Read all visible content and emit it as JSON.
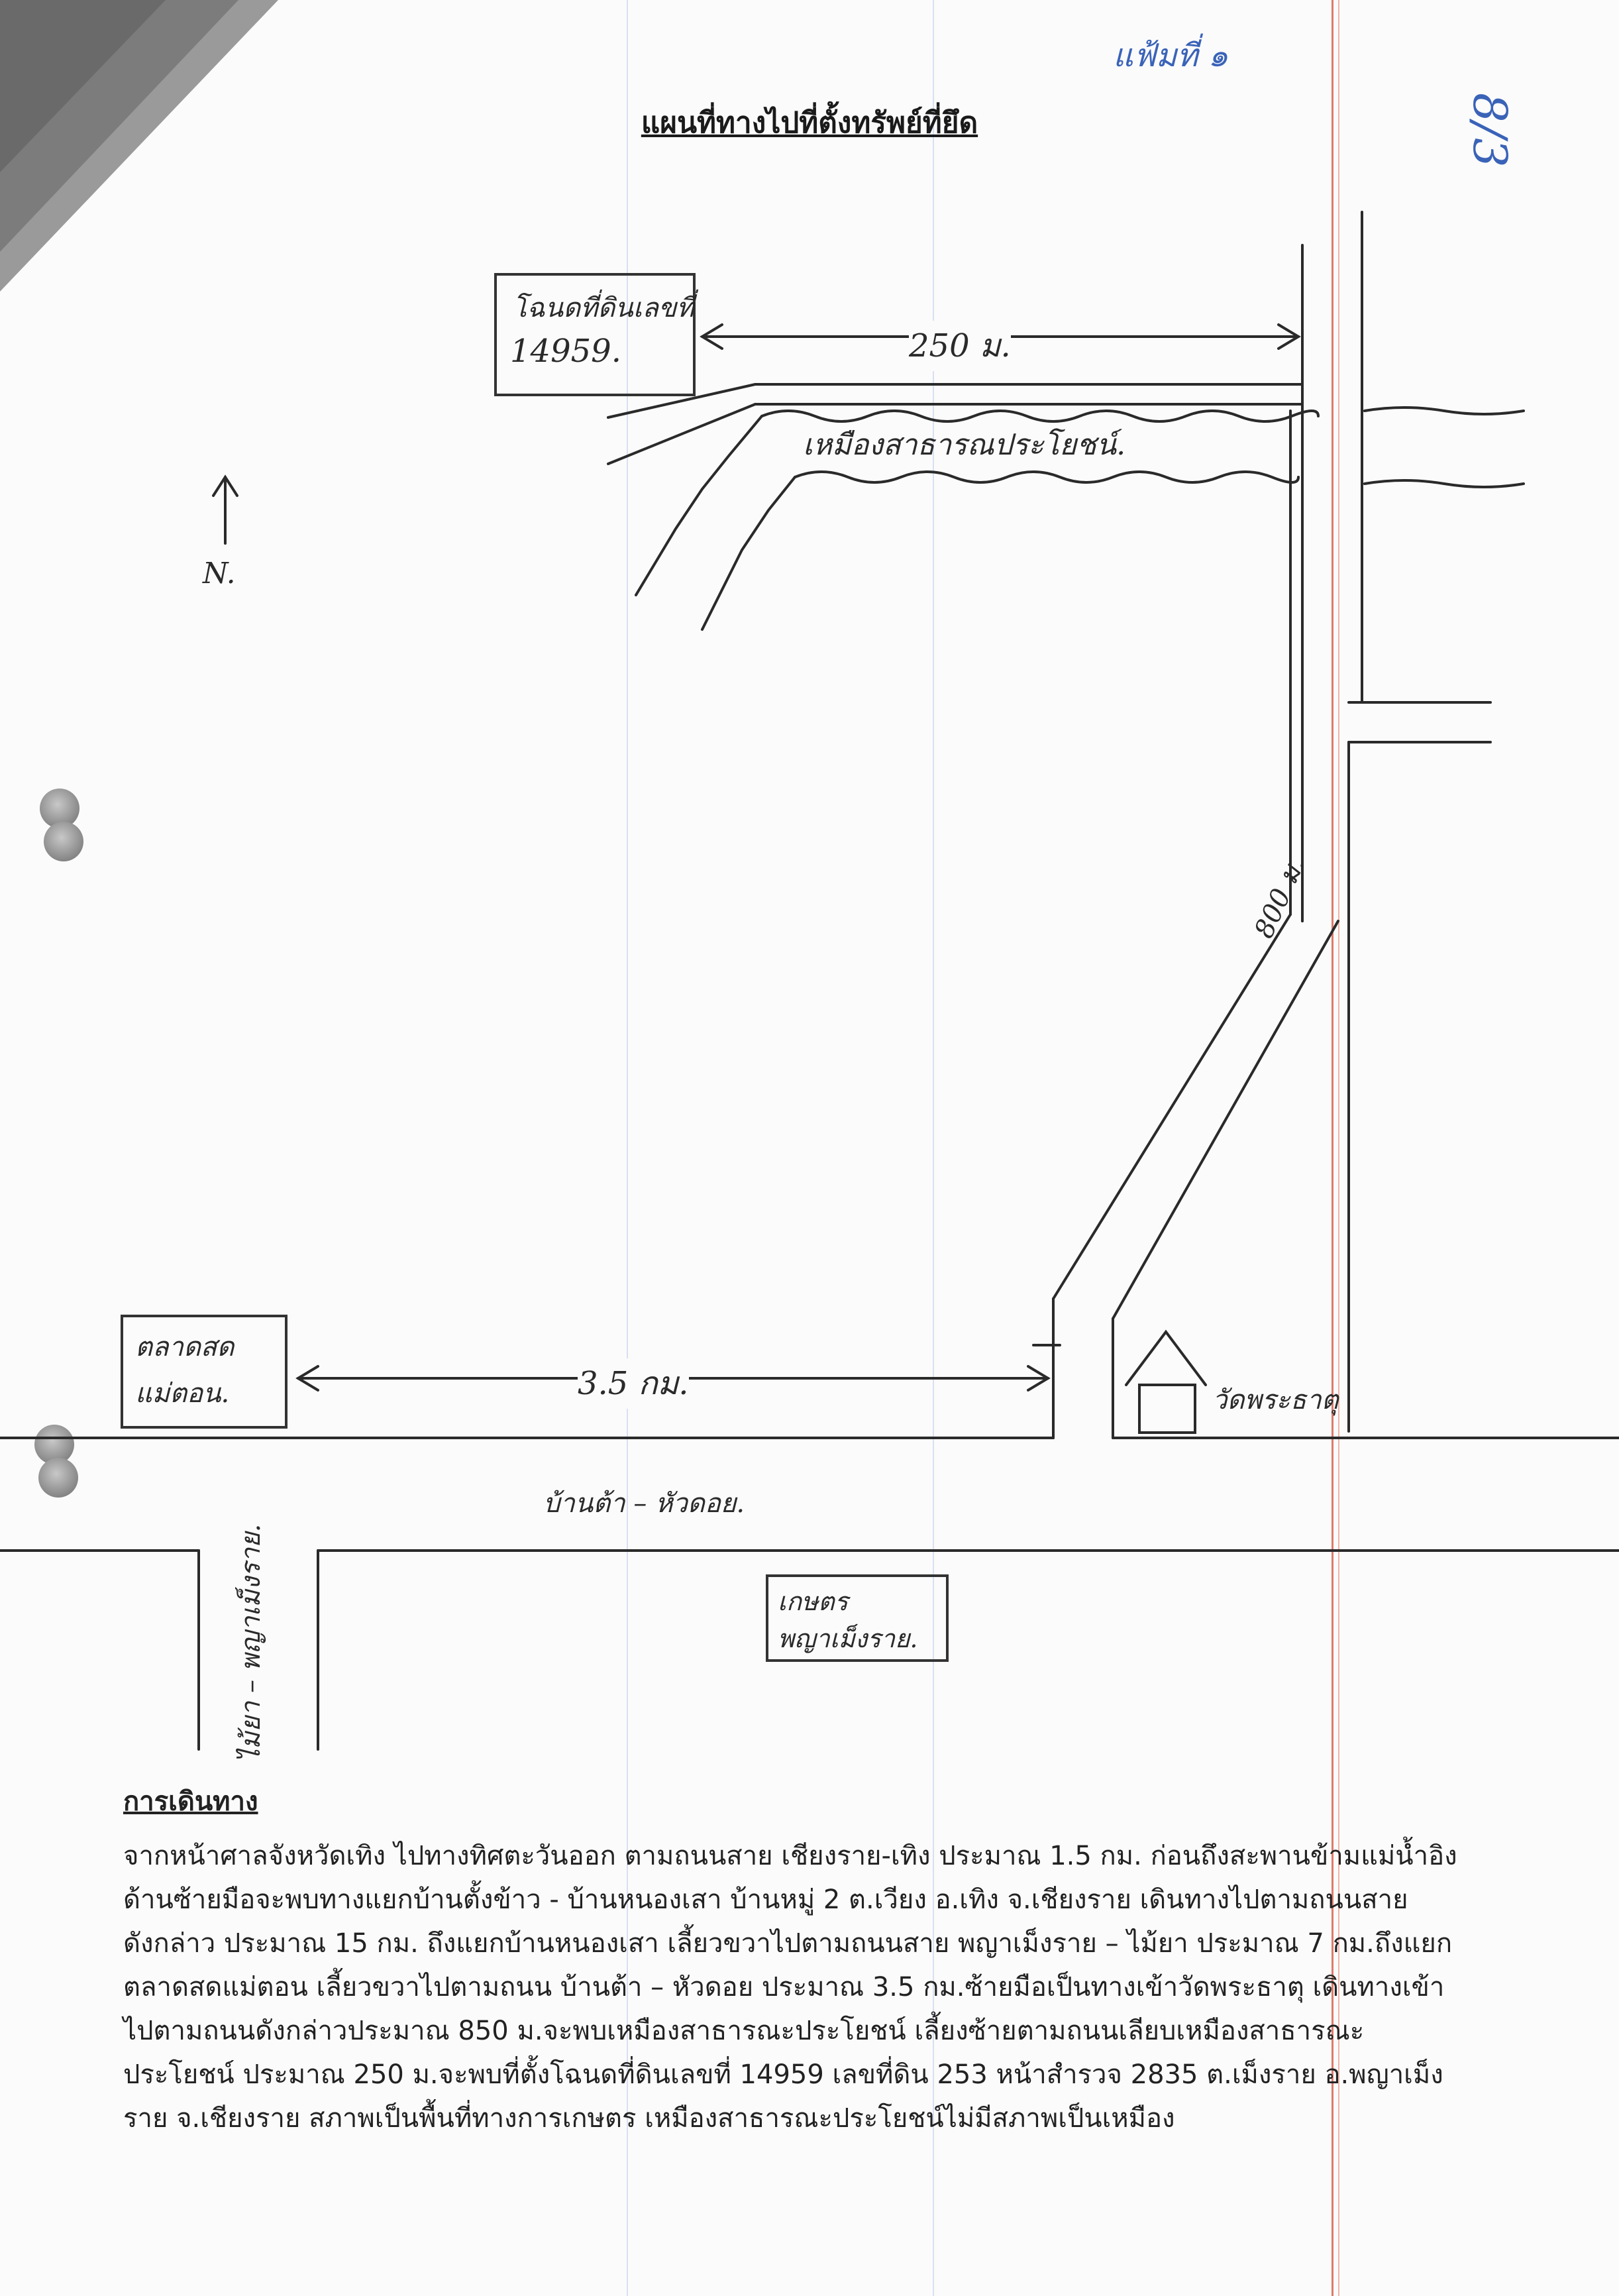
{
  "page": {
    "corner_note": "แฟ้มที่ ๑",
    "page_marker": "8/3",
    "title": "แผนที่ทางไปที่ตั้งทรัพย์ที่ยึด"
  },
  "map": {
    "north_label": "N.",
    "land_box": {
      "line1": "โฉนดที่ดินเลขที่",
      "line2": "14959."
    },
    "distance_top": "250 ม.",
    "canal_label": "เหมืองสาธารณประโยชน์.",
    "distance_diag": "800 ม.",
    "market_box": {
      "line1": "ตลาดสด",
      "line2": "แม่ตอน."
    },
    "distance_bottom": "3.5 กม.",
    "temple_label": "วัดพระธาตุ",
    "road_horizontal": "บ้านต้า – หัวดอย.",
    "road_vertical": "ไม้ยา – พญาเม็งราย.",
    "bank_box": {
      "line1": "เกษตร",
      "line2": "พญาเม็งราย."
    }
  },
  "directions": {
    "heading": "การเดินทาง",
    "lines": [
      "จากหน้าศาลจังหวัดเทิง ไปทางทิศตะวันออก ตามถนนสาย เชียงราย-เทิง ประมาณ 1.5 กม. ก่อนถึงสะพานข้ามแม่น้ำอิง",
      "ด้านซ้ายมือจะพบทางแยกบ้านตั้งข้าว - บ้านหนองเสา บ้านหมู่ 2 ต.เวียง อ.เทิง จ.เชียงราย เดินทางไปตามถนนสาย",
      "ดังกล่าว ประมาณ 15 กม. ถึงแยกบ้านหนองเสา เลี้ยวขวาไปตามถนนสาย พญาเม็งราย – ไม้ยา ประมาณ 7 กม.ถึงแยก",
      "ตลาดสดแม่ตอน เลี้ยวขวาไปตามถนน บ้านต้า – หัวดอย ประมาณ 3.5 กม.ซ้ายมือเป็นทางเข้าวัดพระธาตุ เดินทางเข้า",
      "ไปตามถนนดังกล่าวประมาณ 850 ม.จะพบเหมืองสาธารณะประโยชน์ เลี้ยงซ้ายตามถนนเลียบเหมืองสาธารณะ",
      "ประโยชน์ ประมาณ 250 ม.จะพบที่ตั้งโฉนดที่ดินเลขที่ 14959 เลขที่ดิน 253 หน้าสำรวจ 2835 ต.เม็งราย อ.พญาเม็ง",
      "ราย จ.เชียงราย สภาพเป็นพื้นที่ทางการเกษตร เหมืองสาธารณะประโยชน์ไม่มีสภาพเป็นเหมือง"
    ]
  },
  "colors": {
    "paper": "#fbfbfb",
    "ink": "#222222",
    "blue_ink": "#3a63b8",
    "red_margin": "#e07a6a",
    "blue_rule": "#b9c6e8"
  }
}
